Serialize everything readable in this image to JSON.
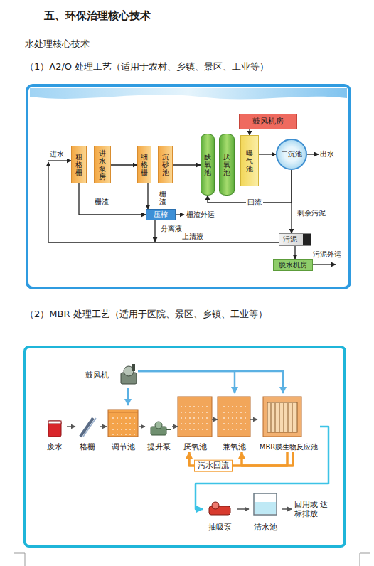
{
  "diagram": {
    "title": "五、环保治理核心技术",
    "nodes": [
      {
        "text": [
          "粗格栅"
        ]
      },
      {
        "text": [
          "进水泵房"
        ]
      },
      {
        "text": [
          "细格栅"
        ]
      },
      {
        "text": [
          "沉砂池"
        ]
      },
      {
        "text": [
          "鼓风机房"
        ]
      },
      {
        "text": [
          "缺氧池"
        ]
      },
      {
        "text": [
          "厌氧池"
        ]
      },
      {
        "text": [
          "曝气池"
        ]
      },
      {
        "text": [
          "二沉池"
        ]
      },
      {
        "text": [
          "压榨"
        ]
      },
      {
        "text": [
          "污泥"
        ]
      },
      {
        "text": [
          "脱水机房"
        ]
      },
      {
        "text": [
          "鼓风机"
        ]
      },
      {
        "text": [
          "废水"
        ]
      },
      {
        "text": [
          "格栅"
        ]
      },
      {
        "text": [
          "调节池"
        ]
      },
      {
        "text": [
          "提升泵"
        ]
      },
      {
        "text": [
          "厌氧池"
        ]
      },
      {
        "text": [
          "兼氧池"
        ]
      },
      {
        "text": [
          "MBR膜生物反应池"
        ]
      },
      {
        "text": [
          "抽吸泵"
        ]
      },
      {
        "text": [
          "清水池"
        ]
      }
    ],
    "edges": [
      {
        "from": 1,
        "to": 2,
        "arrow": "to"
      },
      {
        "from": 3,
        "to": 5,
        "arrow": "to"
      },
      {
        "from": 4,
        "to": 7,
        "arrow": "to"
      },
      {
        "from": 7,
        "to": 8,
        "arrow": "to"
      },
      {
        "from": 8,
        "to": 5,
        "label": "回流",
        "arrow": "to"
      },
      {
        "from": 8,
        "to": 10,
        "label": "剩余污泥",
        "arrow": "to"
      },
      {
        "from": 0,
        "to": 9,
        "label": "栅渣",
        "arrow": "to"
      },
      {
        "from": 2,
        "to": 9,
        "label": "栅渣",
        "arrow": "to"
      },
      {
        "from": 10,
        "to": 11,
        "arrow": "to"
      },
      {
        "from": 13,
        "to": 14,
        "arrow": "to"
      },
      {
        "from": 14,
        "to": 15,
        "arrow": "to"
      },
      {
        "from": 15,
        "to": 16,
        "arrow": "to"
      },
      {
        "from": 16,
        "to": 17,
        "arrow": "to"
      },
      {
        "from": 17,
        "to": 18,
        "arrow": "to"
      },
      {
        "from": 18,
        "to": 19,
        "arrow": "to"
      },
      {
        "from": 12,
        "to": 15,
        "arrow": "to"
      },
      {
        "from": 12,
        "to": 18,
        "arrow": "to"
      },
      {
        "from": 12,
        "to": 19,
        "arrow": "to"
      },
      {
        "from": 19,
        "to": 17,
        "label": "污水回流",
        "arrow": "to"
      },
      {
        "from": 19,
        "to": 18,
        "arrow": "to"
      },
      {
        "from": 19,
        "to": 20,
        "arrow": "to"
      },
      {
        "from": 20,
        "to": 21,
        "arrow": "to"
      }
    ],
    "labels": [
      "水处理核心技术",
      "（1）A2/O 处理工艺（适用于农村、乡镇、景区、工业等）",
      "进水",
      "出水",
      "栅渣外运",
      "分离液",
      "上清液",
      "污泥外运",
      "（2）MBR 处理工艺（适用于医院、景区、乡镇、工业等）",
      "回用或 达标排放"
    ]
  }
}
